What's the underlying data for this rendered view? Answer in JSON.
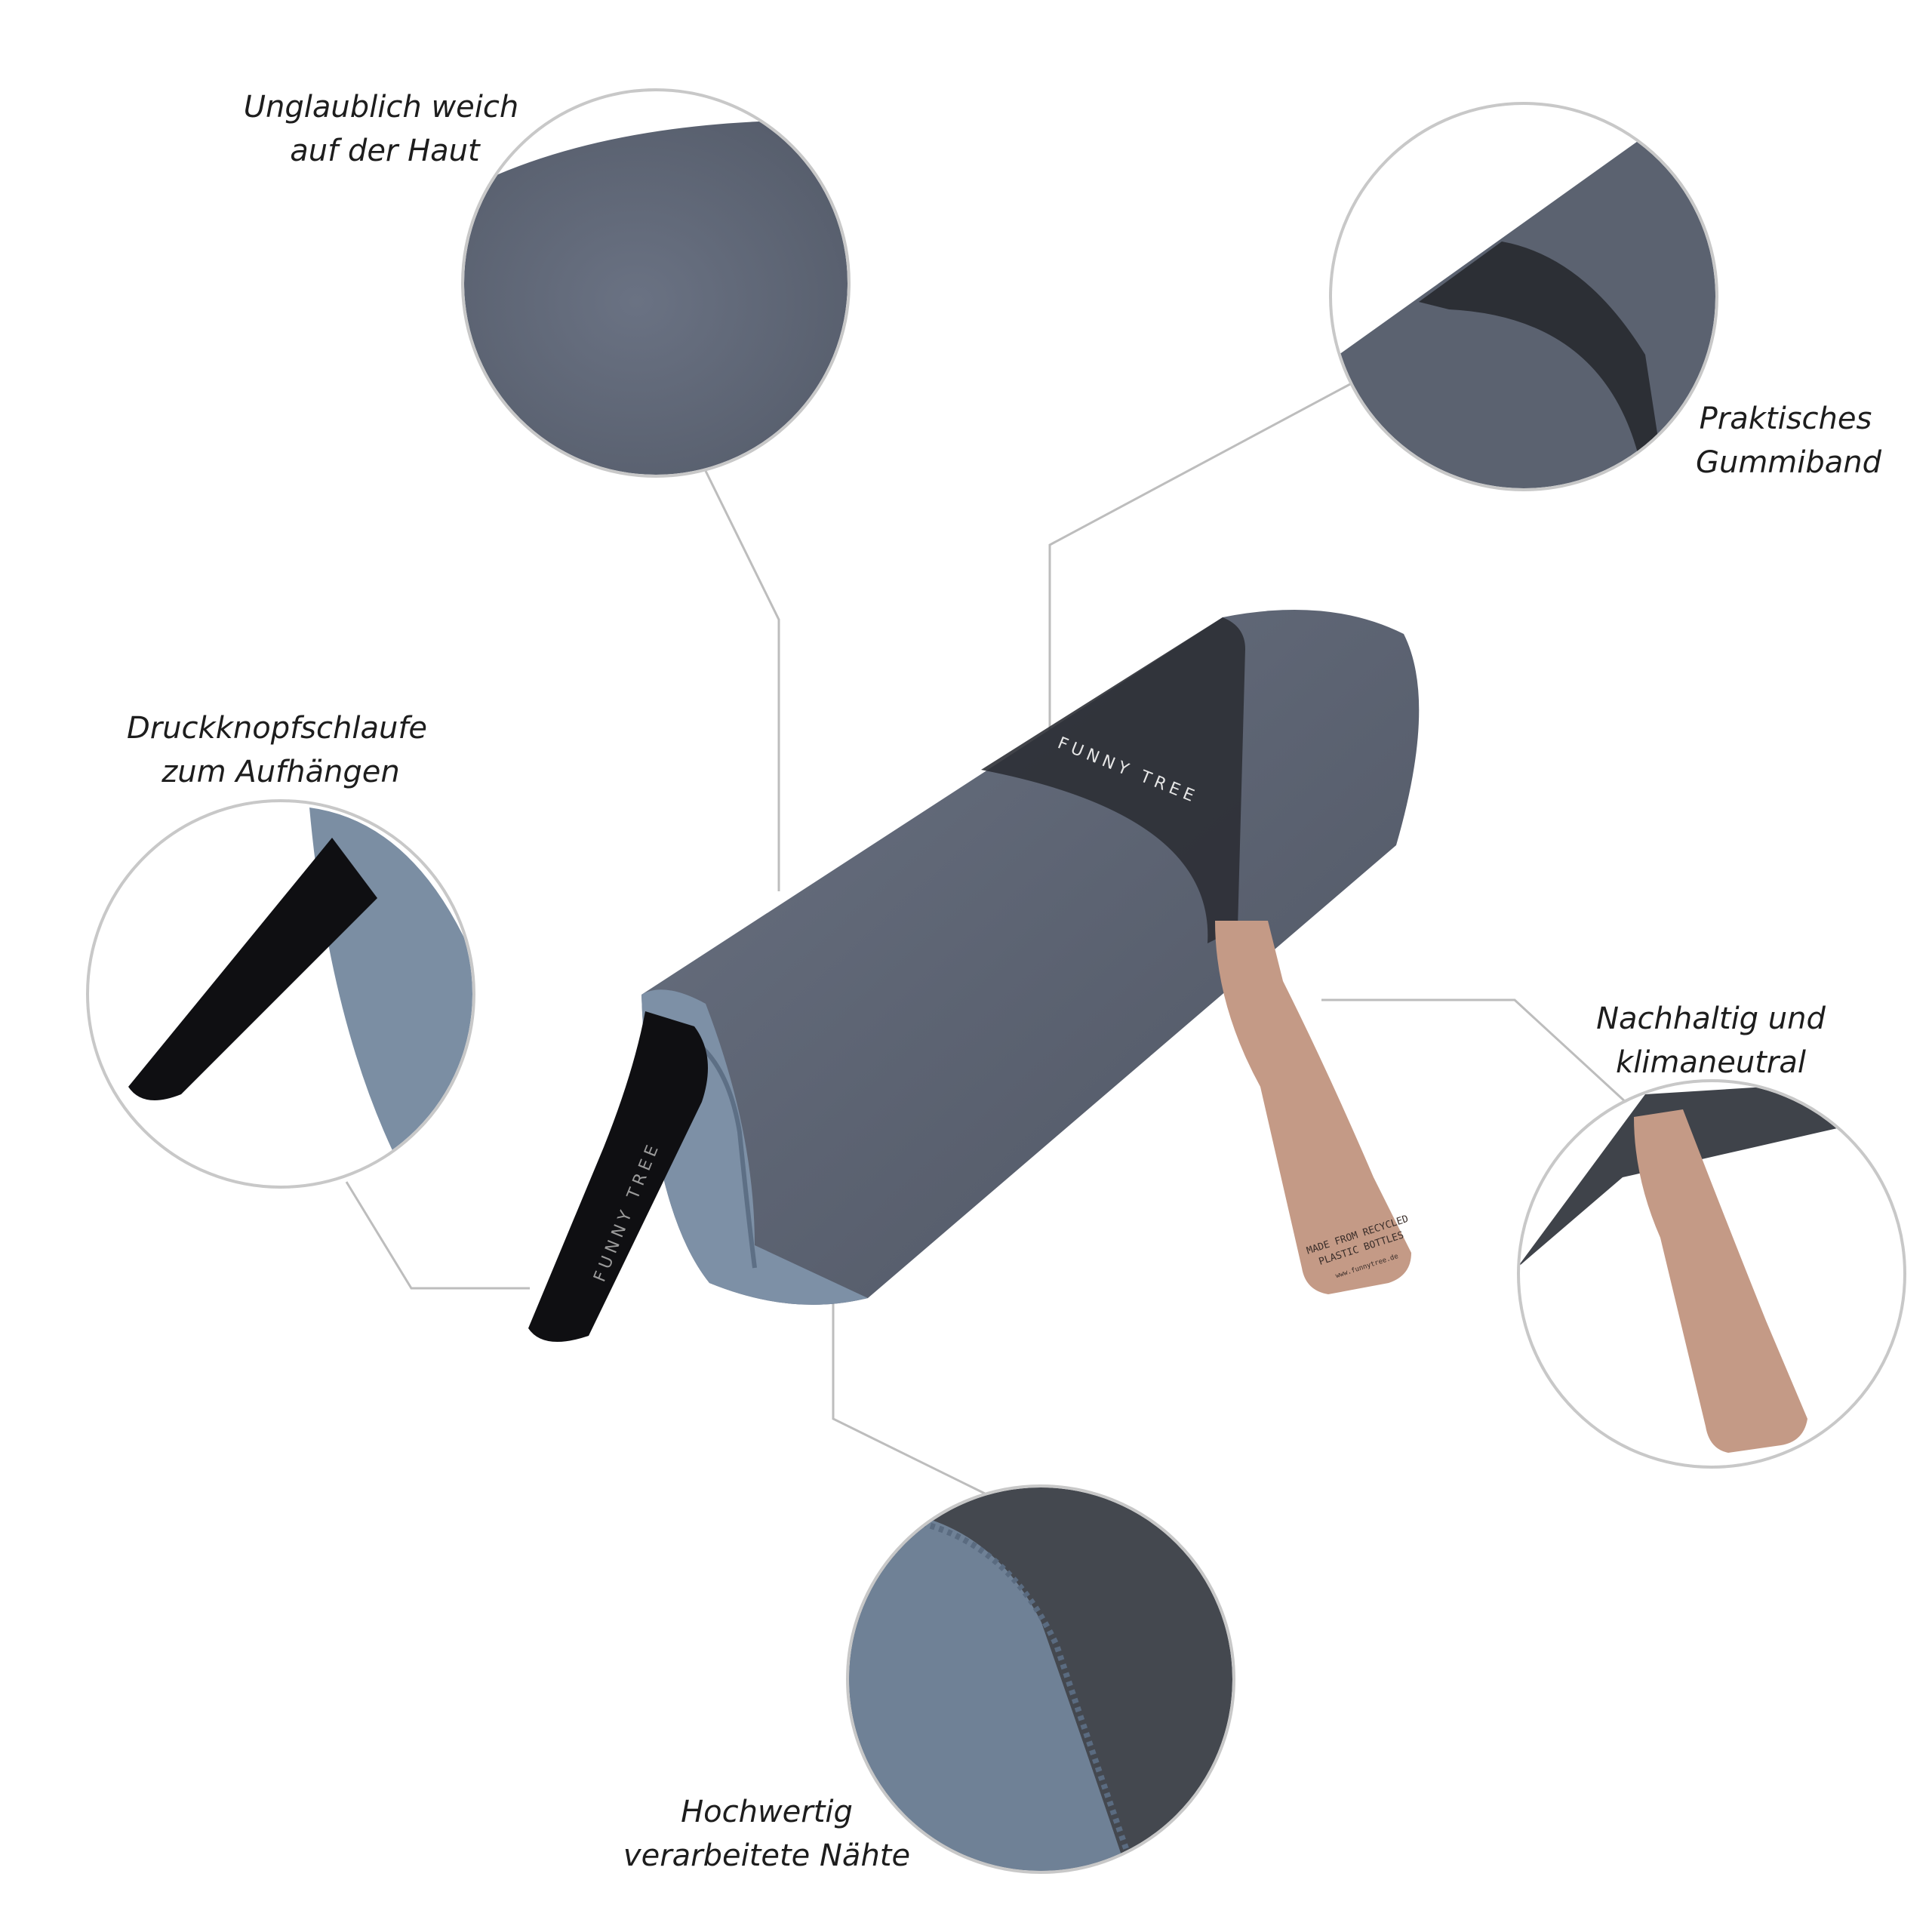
{
  "features": [
    {
      "id": "soft",
      "lines": [
        "Unglaublich weich",
        "auf der Haut"
      ]
    },
    {
      "id": "band",
      "lines": [
        "Praktisches",
        "Gummiband"
      ]
    },
    {
      "id": "loop",
      "lines": [
        "Druckknopfschlaufe",
        "zum Aufhängen"
      ]
    },
    {
      "id": "sustainable",
      "lines": [
        "Nachhaltig und",
        "klimaneutral"
      ]
    },
    {
      "id": "seams",
      "lines": [
        "Hochwertig",
        "verarbeitete Nähte"
      ]
    }
  ],
  "product": {
    "brand": "FUNNY TREE",
    "tag_text": [
      "MADE FROM RECYCLED",
      "PLASTIC BOTTLES"
    ],
    "tag_url": "www.funnytree.de"
  },
  "colors": {
    "towel": "#5b6270",
    "towel_light": "#7b8ea3",
    "band": "#2c2f35",
    "tag": "#c49a86",
    "ring": "#c8c8c8",
    "line": "#bdbdbd"
  }
}
